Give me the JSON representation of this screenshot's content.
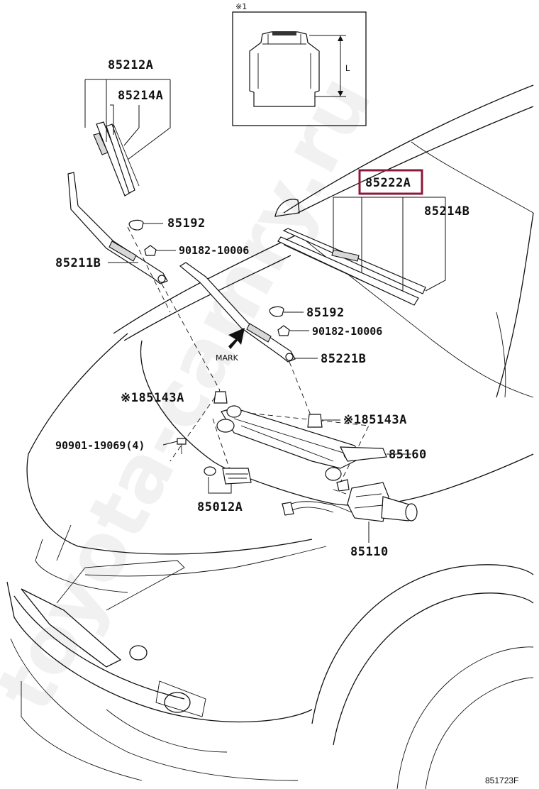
{
  "diagram": {
    "watermark": "toyota-camry.ru",
    "figure_code": "851723F",
    "detail": {
      "mark": "※1",
      "dimension": "L"
    },
    "arrow_label": "MARK",
    "parts": {
      "p85212A": "85212A",
      "p85214A": "85214A",
      "p85192_top": "85192",
      "p90182_top": "90182-10006",
      "p85211B": "85211B",
      "p85222A": "85222A",
      "p85214B": "85214B",
      "p85192_mid": "85192",
      "p90182_mid": "90182-10006",
      "p85221B": "85221B",
      "p85143A_left": "※185143A",
      "p85143A_right": "※185143A",
      "p90901": "90901-19069(4)",
      "p85160": "85160",
      "p85012A": "85012A",
      "p85110": "85110"
    },
    "highlight_color": "#8b1a3a"
  }
}
